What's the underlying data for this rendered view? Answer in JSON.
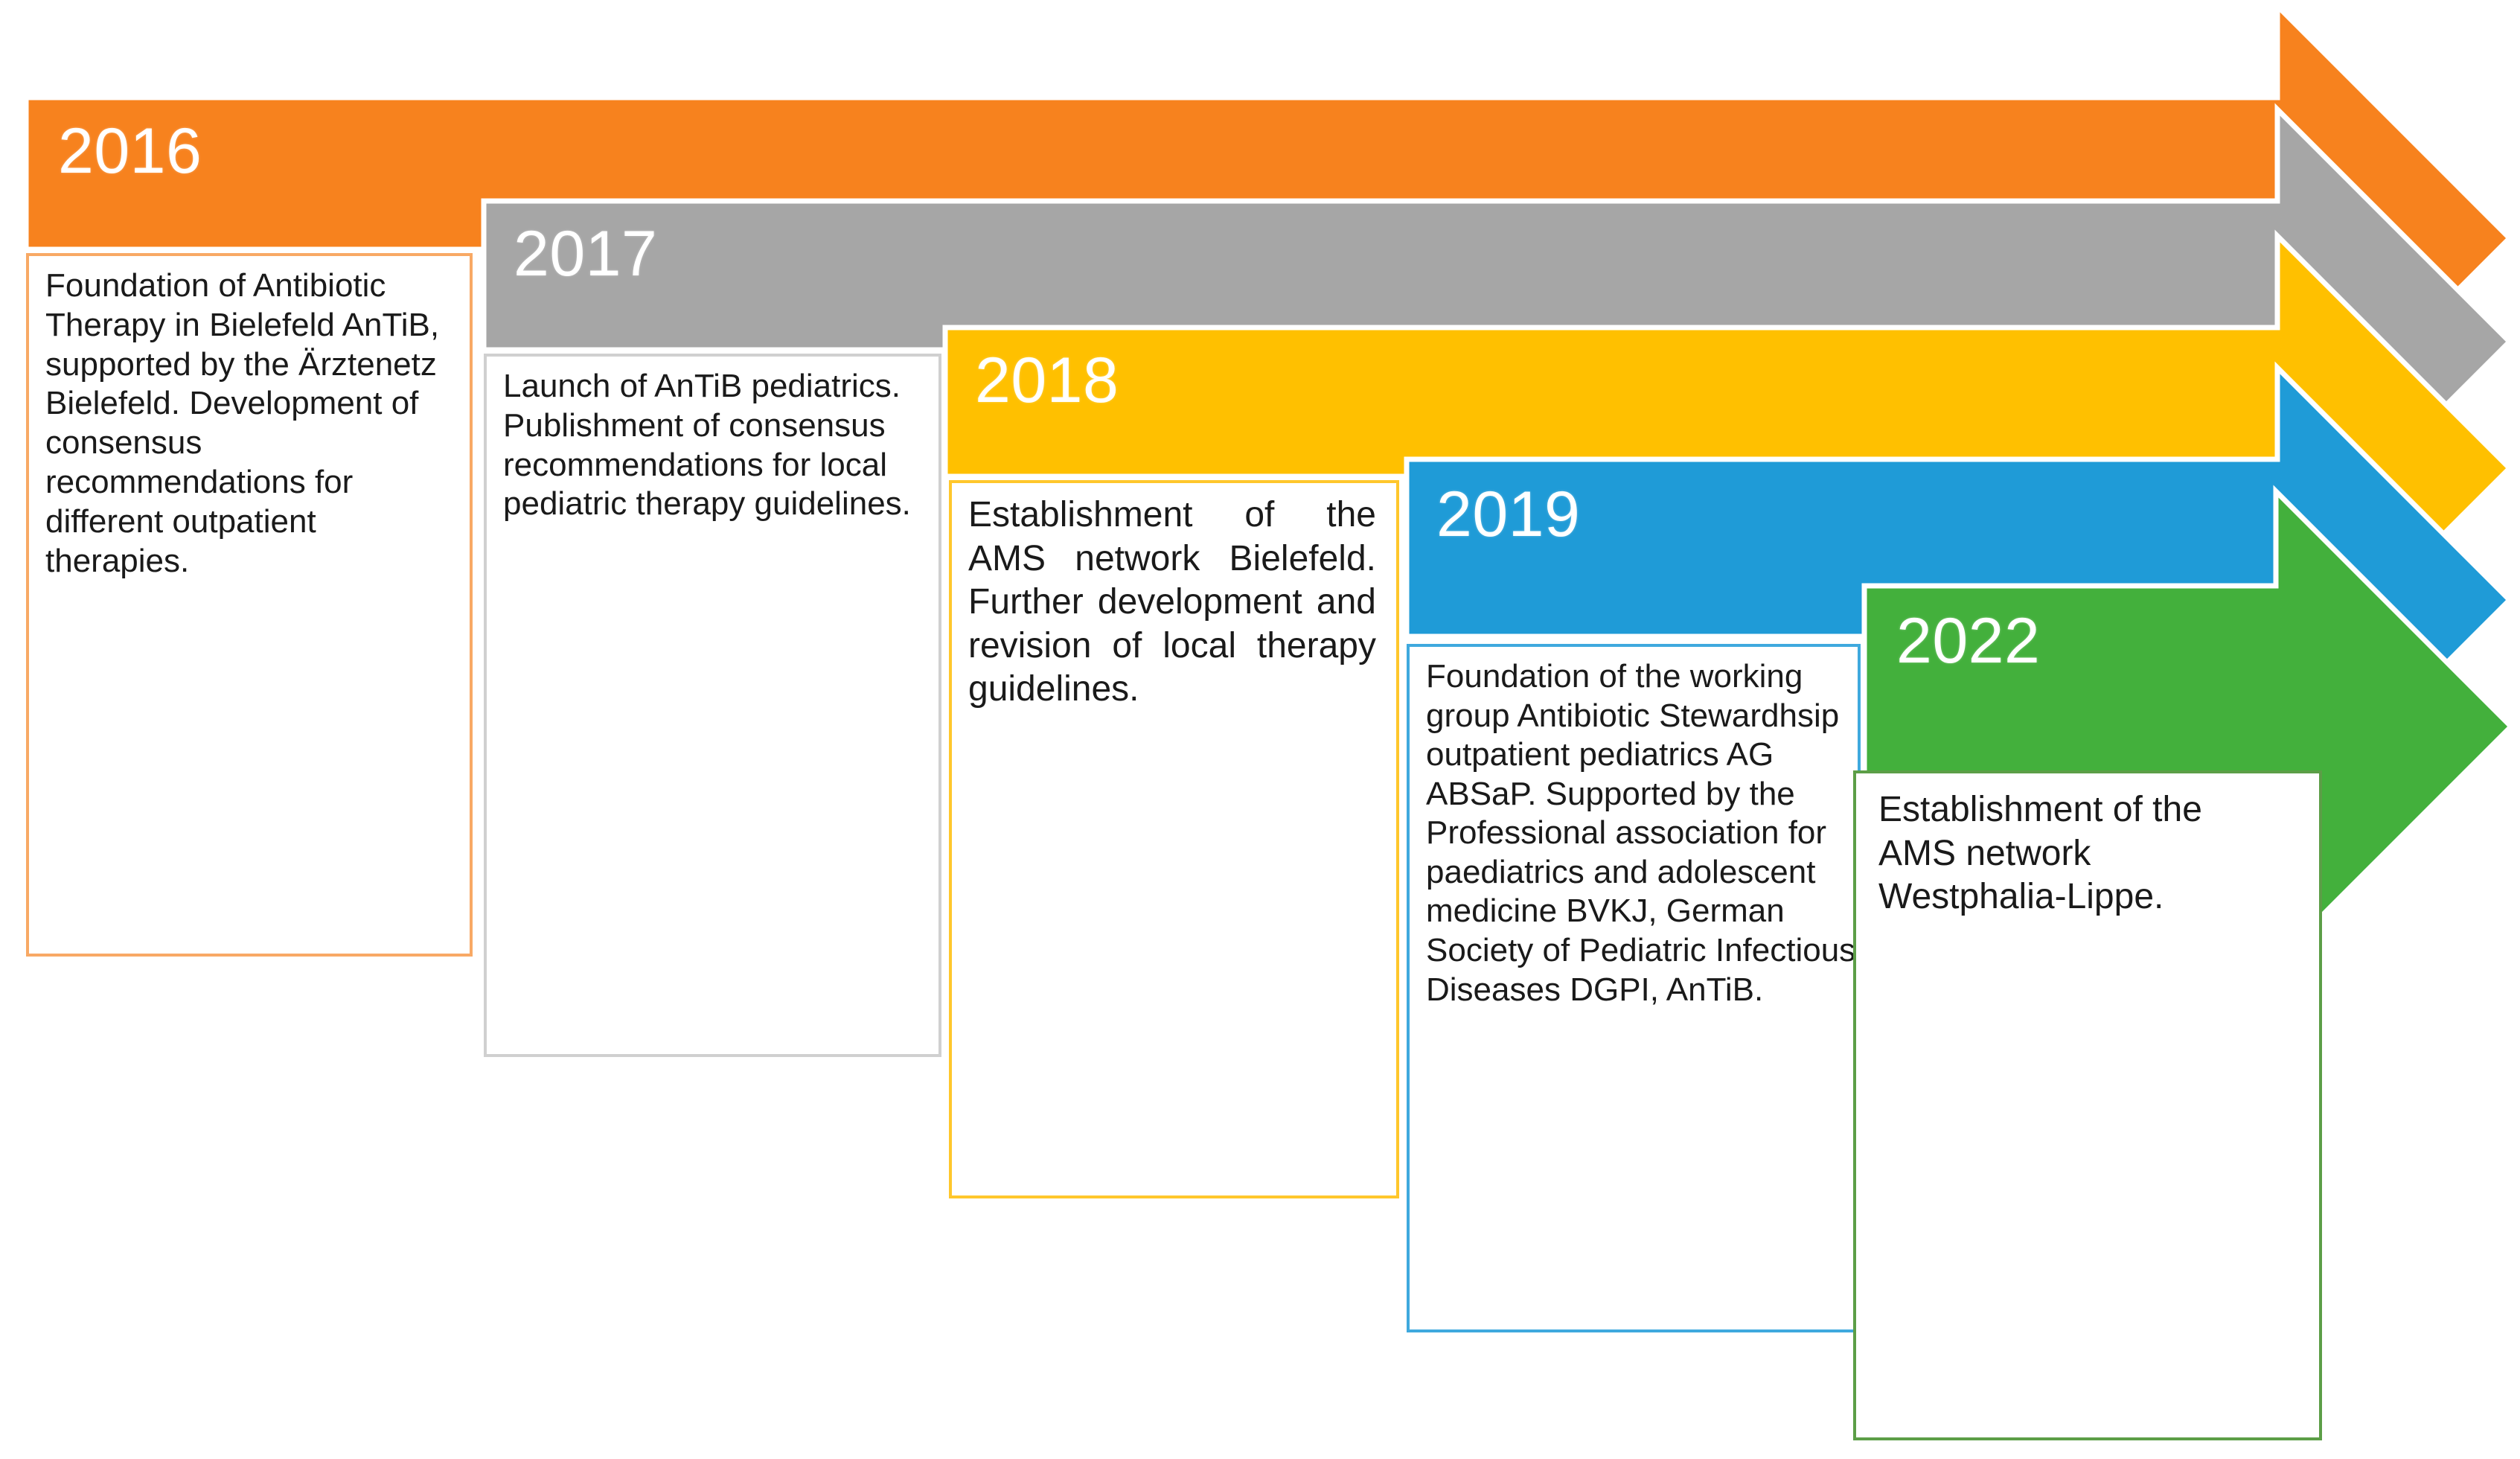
{
  "title": "AnTiB / AMS network timeline 2016-2022",
  "colors": {
    "orange": "#F7821E",
    "gray": "#A6A6A6",
    "yellow": "#FFC000",
    "blue": "#1F9BD7",
    "green": "#43B03C",
    "orange_border": "#F8A965",
    "gray_border": "#D0D0D0",
    "yellow_border": "#FFC72C",
    "blue_border": "#3FA9DE",
    "green_border": "#5C9E47",
    "year_text": "#FFFFFF",
    "body_text": "#1A1A1A",
    "background": "#FFFFFF"
  },
  "milestones": [
    {
      "id": "2016",
      "year": "2016",
      "color_name": "orange",
      "text": "Foundation of Antibiotic Therapy in Bielefeld AnTiB, supported by the Ärztenetz Bielefeld. Development of consensus recommendations for different outpatient therapies."
    },
    {
      "id": "2017",
      "year": "2017",
      "color_name": "gray",
      "text": "Launch of AnTiB pediatrics. Publishment of consensus recommendations for local pediatric therapy guidelines."
    },
    {
      "id": "2018",
      "year": "2018",
      "color_name": "yellow",
      "text": "Establishment of the AMS network Bielefeld.  Further development and revision of local therapy guidelines."
    },
    {
      "id": "2019",
      "year": "2019",
      "color_name": "blue",
      "text": "Foundation of the working group Antibiotic Stewardhsip outpatient pediatrics AG ABSaP. Supported by the Professional association for paediatrics and adolescent medicine BVKJ, German Society of Pediatric Infectious Diseases DGPI, AnTiB."
    },
    {
      "id": "2022",
      "year": "2022",
      "color_name": "green",
      "text": "Establishment of the AMS network Westphalia-Lippe."
    }
  ]
}
